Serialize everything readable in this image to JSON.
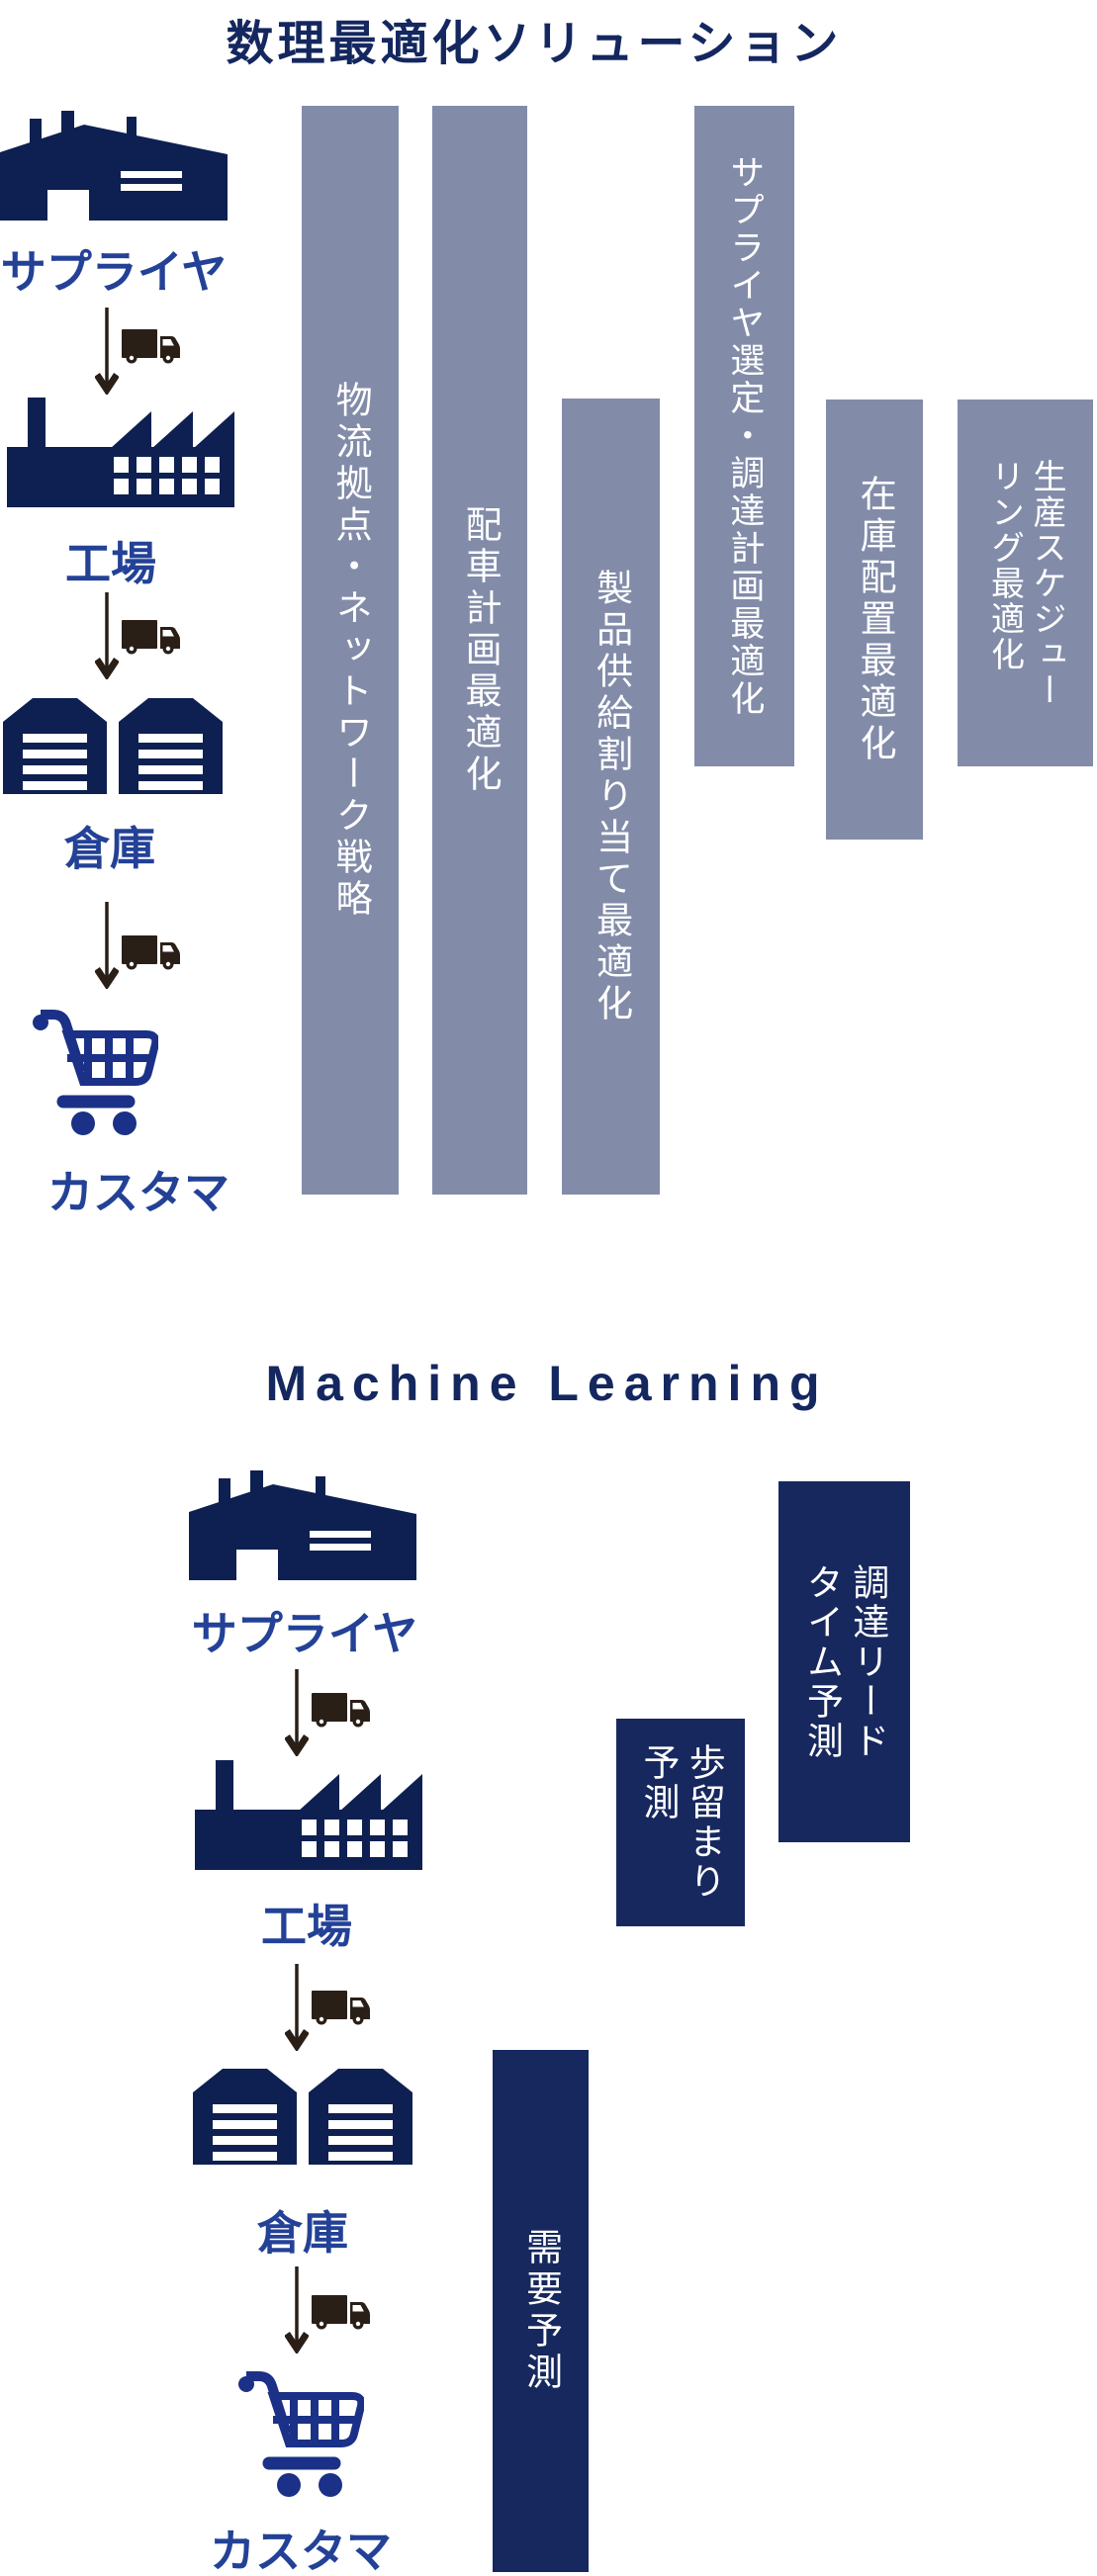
{
  "colors": {
    "background": "#ffffff",
    "optimization_bar": "#828CA9",
    "ml_bar": "#16285E",
    "building_icon": "#0E2051",
    "cart_icon": "#1B3187",
    "node_label": "#234196",
    "title": "#14275F",
    "truck_arrow": "#2A1F17",
    "bar_text": "#ffffff"
  },
  "optimization": {
    "title": "数理最適化ソリューション",
    "nodes": {
      "supplier": "サプライヤ",
      "factory": "工場",
      "warehouse": "倉庫",
      "customer": "カスタマ"
    },
    "bars": [
      {
        "id": "logistics-network-strategy",
        "lines": [
          "物流拠点・ネットワーク戦略"
        ]
      },
      {
        "id": "vehicle-routing-optimization",
        "lines": [
          "配車計画最適化"
        ]
      },
      {
        "id": "product-supply-allocation-optimization",
        "lines": [
          "製品供給割り当て最適化"
        ]
      },
      {
        "id": "supplier-selection-procurement-optimization",
        "lines": [
          "サプライヤ選定・調達計画最適化"
        ]
      },
      {
        "id": "inventory-placement-optimization",
        "lines": [
          "在庫配置最適化"
        ]
      },
      {
        "id": "production-scheduling-optimization",
        "lines": [
          "生産スケジュー",
          "リング最適化"
        ]
      }
    ]
  },
  "ml": {
    "title": "Machine Learning",
    "nodes": {
      "supplier": "サプライヤ",
      "factory": "工場",
      "warehouse": "倉庫",
      "customer": "カスタマ"
    },
    "bars": [
      {
        "id": "procurement-lead-time-prediction",
        "lines": [
          "調達リード",
          "タイム予測"
        ]
      },
      {
        "id": "yield-prediction",
        "lines": [
          "歩留まり",
          "予測"
        ]
      },
      {
        "id": "demand-forecast",
        "lines": [
          "需要予測"
        ]
      }
    ]
  }
}
